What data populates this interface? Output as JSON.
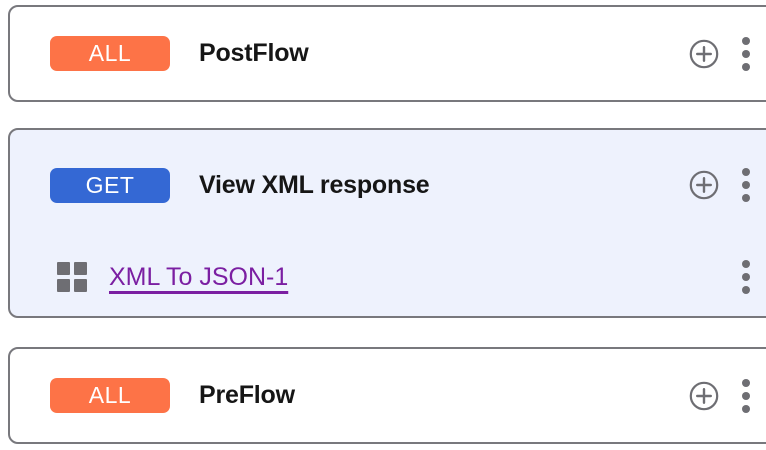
{
  "flows": [
    {
      "id": "postflow",
      "badge": {
        "label": "ALL",
        "color": "#fd7347",
        "type": "all"
      },
      "title": "PostFlow",
      "selected": false,
      "add_icon": "plus-circle-icon",
      "menu_icon": "kebab-menu-icon",
      "policies": []
    },
    {
      "id": "view-xml-response",
      "badge": {
        "label": "GET",
        "color": "#3468d4",
        "type": "get"
      },
      "title": "View XML response",
      "selected": true,
      "add_icon": "plus-circle-icon",
      "menu_icon": "kebab-menu-icon",
      "policies": [
        {
          "id": "xml-to-json-1",
          "icon": "grid-squares-icon",
          "label": "XML To JSON-1",
          "link_color": "#7b1fa2",
          "menu_icon": "kebab-menu-icon"
        }
      ]
    },
    {
      "id": "preflow",
      "badge": {
        "label": "ALL",
        "color": "#fd7347",
        "type": "all"
      },
      "title": "PreFlow",
      "selected": false,
      "add_icon": "plus-circle-icon",
      "menu_icon": "kebab-menu-icon",
      "policies": []
    }
  ],
  "theme": {
    "card_border": "#78787d",
    "card_background": "#ffffff",
    "selected_background": "#eef2fd",
    "title_color": "#161616",
    "icon_color": "#6e6e73",
    "badge_all": "#fd7347",
    "badge_get": "#3468d4",
    "link_purple": "#7b1fa2"
  }
}
